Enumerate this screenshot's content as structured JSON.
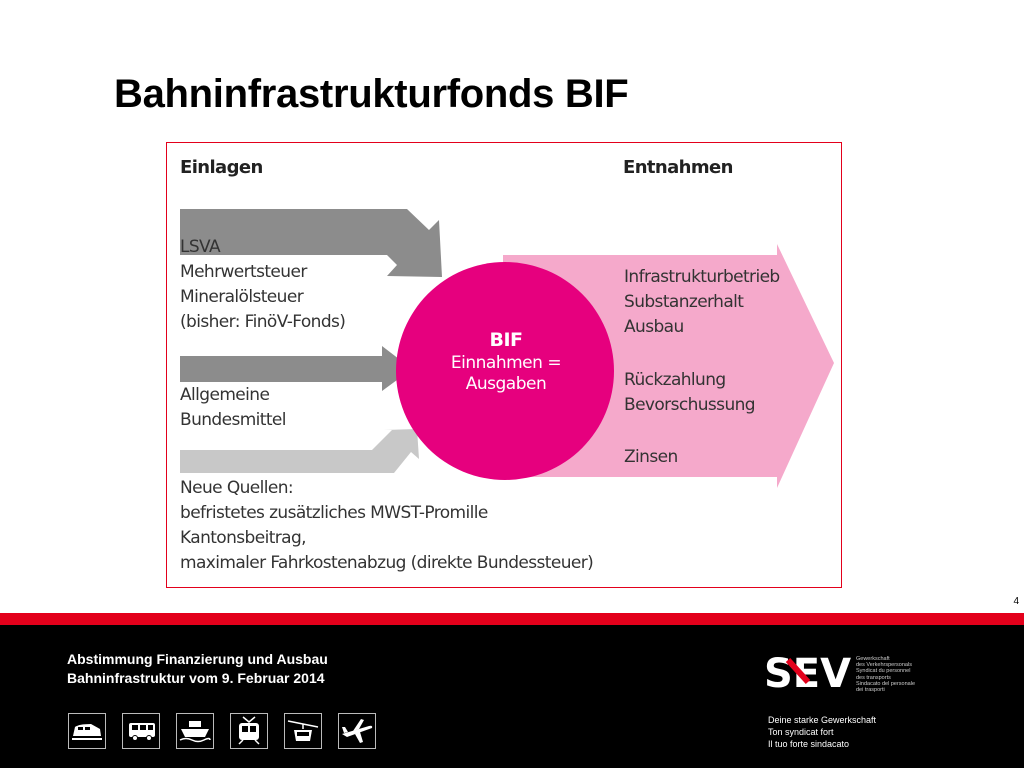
{
  "slide": {
    "title": "Bahninfrastrukturfonds BIF",
    "page_number": "4"
  },
  "diagram": {
    "left_header": "Einlagen",
    "right_header": "Entnahmen",
    "inputs": [
      {
        "lines": [
          "LSVA",
          "Mehrwertsteuer",
          "Mineralölsteuer",
          "(bisher: FinöV-Fonds)"
        ],
        "arrow_color": "#8c8c8c"
      },
      {
        "lines": [
          "Allgemeine",
          "Bundesmittel"
        ],
        "arrow_color": "#8c8c8c"
      },
      {
        "lines": [
          "Neue Quellen:",
          "befristetes zusätzliches MWST-Promille",
          "Kantonsbeitrag,",
          "maximaler Fahrkostenabzug (direkte Bundessteuer)"
        ],
        "arrow_color": "#c8c8c8"
      }
    ],
    "circle": {
      "name": "BIF",
      "desc": [
        "Einnahmen =",
        "Ausgaben"
      ],
      "color": "#e6007e"
    },
    "outputs": [
      {
        "lines": [
          "Infrastrukturbetrieb",
          "Substanzerhalt",
          "Ausbau"
        ]
      },
      {
        "lines": [
          "Rückzahlung",
          "Bevorschussung"
        ]
      },
      {
        "lines": [
          "Zinsen"
        ]
      }
    ],
    "output_arrow_color": "#f5a9cb"
  },
  "footer": {
    "title_lines": [
      "Abstimmung Finanzierung und Ausbau",
      "Bahninfrastruktur vom 9. Februar 2014"
    ],
    "icons": [
      "train-icon",
      "bus-icon",
      "ship-icon",
      "tram-icon",
      "cable-car-icon",
      "airplane-icon"
    ],
    "logo": {
      "text": "SEV",
      "subtitle_lines": [
        "Gewerkschaft",
        "des Verkehrspersonals",
        "Syndicat du personnel",
        "des transports",
        "Sindacato del personale",
        "dei trasporti"
      ]
    },
    "taglines": [
      "Deine starke Gewerkschaft",
      "Ton syndicat fort",
      "Il tuo forte sindacato"
    ]
  },
  "colors": {
    "accent_red": "#e3001b",
    "magenta": "#e6007e",
    "footer_bg": "#000000"
  }
}
